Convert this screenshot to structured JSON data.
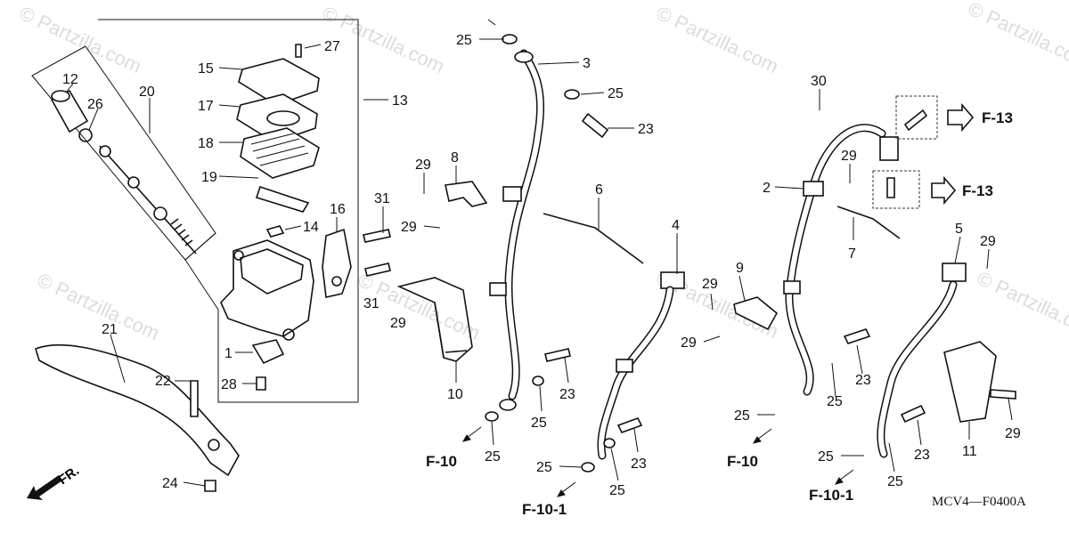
{
  "watermark": {
    "text": "© Partzilla.com"
  },
  "diagram_code": "MCV4—F0400A",
  "direction_marker": "FR.",
  "part_callouts": [
    {
      "num": "27"
    },
    {
      "num": "15"
    },
    {
      "num": "17"
    },
    {
      "num": "18"
    },
    {
      "num": "19"
    },
    {
      "num": "13"
    },
    {
      "num": "12"
    },
    {
      "num": "26"
    },
    {
      "num": "20"
    },
    {
      "num": "14"
    },
    {
      "num": "16"
    },
    {
      "num": "1"
    },
    {
      "num": "28"
    },
    {
      "num": "21"
    },
    {
      "num": "22"
    },
    {
      "num": "24"
    },
    {
      "num": "31"
    },
    {
      "num": "31"
    },
    {
      "num": "29"
    },
    {
      "num": "29"
    },
    {
      "num": "29"
    },
    {
      "num": "8"
    },
    {
      "num": "10"
    },
    {
      "num": "25"
    },
    {
      "num": "3"
    },
    {
      "num": "25"
    },
    {
      "num": "23"
    },
    {
      "num": "6"
    },
    {
      "num": "4"
    },
    {
      "num": "23"
    },
    {
      "num": "25"
    },
    {
      "num": "25"
    },
    {
      "num": "25"
    },
    {
      "num": "23"
    },
    {
      "num": "25"
    },
    {
      "num": "9"
    },
    {
      "num": "29"
    },
    {
      "num": "29"
    },
    {
      "num": "30"
    },
    {
      "num": "2"
    },
    {
      "num": "29"
    },
    {
      "num": "7"
    },
    {
      "num": "5"
    },
    {
      "num": "29"
    },
    {
      "num": "23"
    },
    {
      "num": "25"
    },
    {
      "num": "25"
    },
    {
      "num": "11"
    },
    {
      "num": "29"
    },
    {
      "num": "23"
    },
    {
      "num": "25"
    },
    {
      "num": "25"
    }
  ],
  "ref_labels": [
    {
      "text": "F-13"
    },
    {
      "text": "F-13"
    },
    {
      "text": "F-10"
    },
    {
      "text": "F-10-1"
    },
    {
      "text": "F-10"
    },
    {
      "text": "F-10-1"
    }
  ]
}
